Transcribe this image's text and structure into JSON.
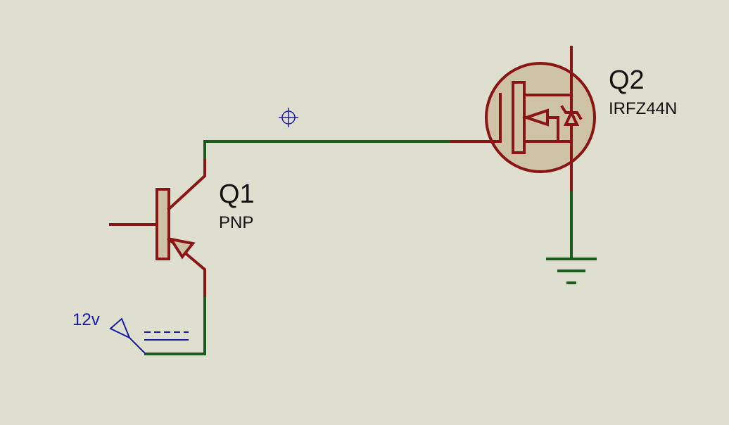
{
  "components": {
    "q1": {
      "ref": "Q1",
      "value": "PNP"
    },
    "q2": {
      "ref": "Q2",
      "value": "IRFZ44N"
    }
  },
  "terminal": {
    "label": "12v"
  },
  "colors": {
    "background": "#dfdfd0",
    "wire": "#1d5a1d",
    "component_outline": "#8b1414",
    "component_fill": "#cfc3a6",
    "terminal": "#1a1aa8",
    "text": "#111111"
  },
  "icons": [
    "pnp-transistor-icon",
    "n-channel-mosfet-icon",
    "ground-icon",
    "power-terminal-icon",
    "crosshair-cursor-icon"
  ]
}
